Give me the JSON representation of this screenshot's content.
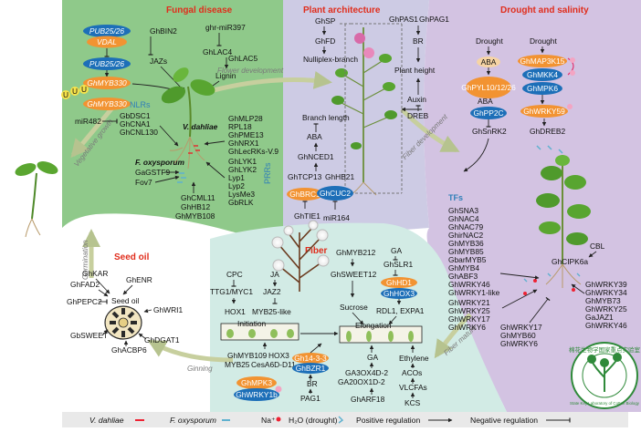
{
  "sections": {
    "fungal": "Fungal disease",
    "architecture": "Plant architecture",
    "drought": "Drought and salinity",
    "seed_oil": "Seed oil",
    "fiber": "Fiber"
  },
  "transitions": {
    "flower_dev": "Flower development",
    "fiber_dev": "Fiber development",
    "vegetative": "Vegetative growth",
    "germination": "Germination",
    "ginning": "Ginning",
    "fiber_mature": "Fiber mature"
  },
  "fungal": {
    "pub1": "PUB25/26",
    "vdal": "VDAL",
    "pub2": "PUB25/26",
    "myb1": "GhMYB330",
    "myb2": "GhMYB330",
    "ub": "U",
    "bin2": "GhBIN2",
    "jazs": "JAZs",
    "mir397": "ghr-miR397",
    "lac4": "GhLAC4",
    "lac5": "GhLAC5",
    "lignin": "Lignin",
    "nlrs": "NLRs",
    "mir482": "miR482",
    "nlr_genes": [
      "GbDSC1",
      "GhCNA1",
      "GhCNL130"
    ],
    "vdahliae": "V. dahliae",
    "right_list": [
      "GhMLP28",
      "RPL18",
      "GhPME13",
      "GhNRX1",
      "GhLecRKs-V.9",
      "GhLYK1",
      "GhLYK2",
      "Lyp1",
      "Lyp2",
      "LysMe3",
      "GbRLK"
    ],
    "prrs": "PRRs",
    "foxy": "F. oxysporum",
    "gstf9": "GaGSTF9",
    "fov7": "Fov7",
    "bottom_list": [
      "GhCML11",
      "GhHB12",
      "GhMYB108"
    ]
  },
  "architecture": {
    "sp": "GhSP",
    "fd": "GhFD",
    "nulliplex": "Nulliplex-branch",
    "pas1": "GhPAS1",
    "pag1": "GhPAG1",
    "br": "BR",
    "plant_height": "Plant height",
    "auxin": "Auxin",
    "dreb": "DREB",
    "branch_length": "Branch length",
    "aba": "ABA",
    "nced1": "GhNCED1",
    "tcp13": "GhTCP13",
    "hb21": "GhHB21",
    "brc1": "GhBRC1",
    "cuc2": "GhCUC2",
    "tie1": "GhTIE1",
    "mir164": "miR164"
  },
  "drought": {
    "drought1": "Drought",
    "drought2": "Drought",
    "aba1": "ABA",
    "pyl": "GhPYL10/12/26",
    "aba2": "ABA",
    "pp2c": "GhPP2C",
    "snrk2": "GhSnRK2",
    "map3k": "GhMAP3K15",
    "mkk4": "GhMKK4",
    "mpk6": "GhMPK6",
    "wrky59": "GhWRKY59",
    "dreb2": "GhDREB2",
    "tfs": "TFs",
    "tf_list": [
      "GhSNA3",
      "GhNAC4",
      "GhNAC79",
      "GhirNAC2",
      "GhMYB36",
      "GhMYB85",
      "GbarMYB5",
      "GhMYB4",
      "GhABF3",
      "GhWRKY46",
      "GhWRKY1-like",
      "GhWRKY21",
      "GhWRKY25",
      "GhWRKY17",
      "GhWRKY6"
    ],
    "cbl": "CBL",
    "cipk6a": "GhCIPK6a",
    "right_list": [
      "GhWRKY39",
      "GhWRKY34",
      "GhMYB73",
      "GhWRKY25",
      "GaJAZ1",
      "GhWRKY46"
    ],
    "bottom_list": [
      "GhWRKY17",
      "GhMYB60",
      "GhWRKY6"
    ]
  },
  "seed": {
    "kar": "GhKAR",
    "enr": "GhENR",
    "fad2": "GhFAD2",
    "pepc2": "GhPEPC2",
    "seed_oil_label": "Seed oil",
    "wri1": "GhWRI1",
    "sweet": "GbSWEET",
    "dgat1": "GhDGAT1",
    "acbp6": "GhACBP6"
  },
  "fiber": {
    "myb212": "GhMYB212",
    "sweet12": "GhSWEET12",
    "sucrose": "Sucrose",
    "ga1": "GA",
    "slr1": "GhSLR1",
    "hd1": "GhHD1",
    "hox3a": "GhHOX3",
    "rdl1": "RDL1, EXPA1",
    "cpc": "CPC",
    "ja": "JA",
    "ttg1": "TTG1/MYC1",
    "jaz2": "JAZ2",
    "hox1": "HOX1",
    "myb25like": "MYB25-like",
    "initiation": "Initiation",
    "elongation": "Elongation",
    "myb109": "GhMYB109",
    "hox3b": "HOX3",
    "myb25": "MYB25",
    "cesa": "CesA6D-D11",
    "gh14": "Gh14-3-3",
    "bzr1": "GhBZR1",
    "br": "BR",
    "pag1": "PAG1",
    "ga2": "GA",
    "ga3ox": "GA3OX4D-2",
    "ga20ox": "GA20OX1D-2",
    "arf18": "GhARF18",
    "ethylene": "Ethylene",
    "acos": "ACOs",
    "vlcfas": "VLCFAs",
    "kcs": "KCS",
    "mpk3": "GhMPK3",
    "wrky1b": "GhWRKY1b"
  },
  "legend": {
    "vd": "V. dahliae",
    "fo": "F. oxysporum",
    "na": "Na⁺",
    "h2o": "H₂O (drought)",
    "pos": "Positive regulation",
    "neg": "Negative regulation"
  },
  "logo": {
    "cn": "棉花生物学国家重点实验室",
    "en": "State Key Laboratory of Cotton Biology"
  },
  "colors": {
    "orange": "#f29332",
    "blue": "#1d6fb8",
    "green_bg": "#8fc98a",
    "purple_bg": "#cfc1df",
    "mint_bg": "#cfe8e2",
    "arch_bg": "#cfcbe3"
  }
}
